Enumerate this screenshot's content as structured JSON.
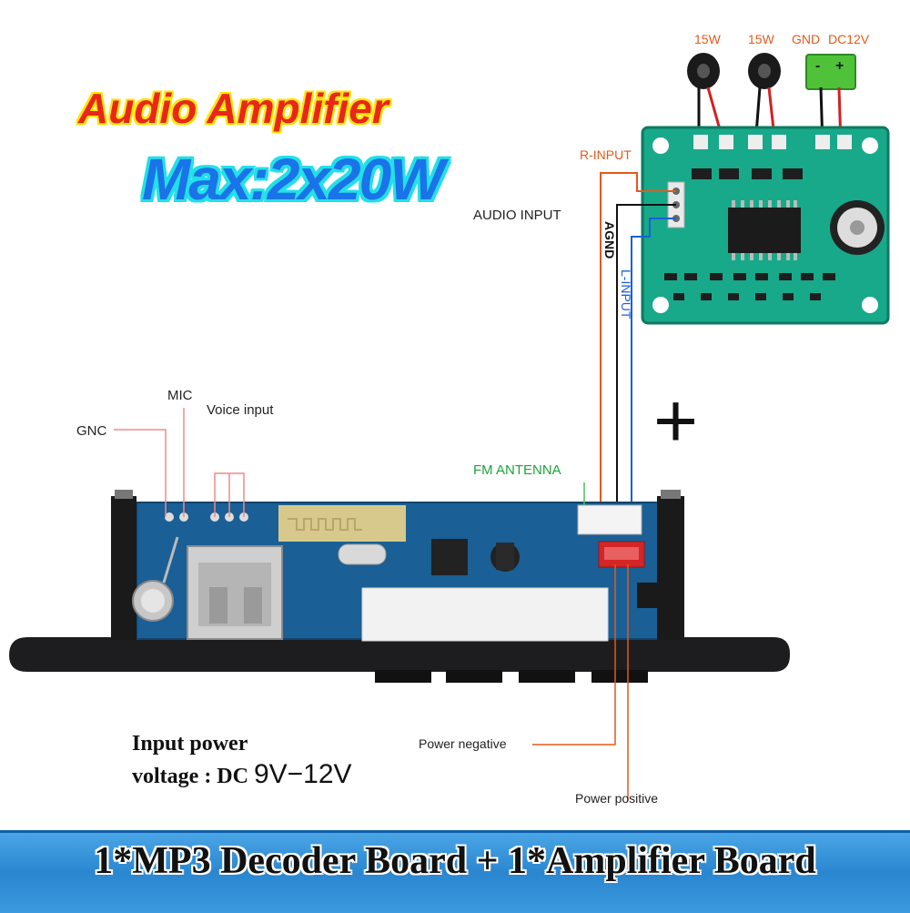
{
  "title": {
    "line1": "Audio Amplifier",
    "line2": "Max:2x20W"
  },
  "amp_board": {
    "terminals": [
      "15W",
      "15W",
      "GND",
      "DC12V"
    ],
    "power_block_marks": [
      "-",
      "+"
    ],
    "audio_input_label": "AUDIO INPUT",
    "r_input_label": "R-INPUT",
    "agnd_label": "AGND",
    "l_input_label": "L-INPUT"
  },
  "plus_sign": "+",
  "mp3_board": {
    "labels": {
      "gnc": "GNC",
      "mic": "MIC",
      "voice_input": "Voice input",
      "fm_antenna": "FM ANTENNA",
      "power_negative": "Power negative",
      "power_positive": "Power positive"
    }
  },
  "input_power": {
    "line1": "Input power",
    "line2_prefix": "voltage : DC ",
    "line2_value": "9V−12V"
  },
  "banner": {
    "text": "1*MP3 Decoder Board + 1*Amplifier Board"
  },
  "colors": {
    "title_red": "#e8261c",
    "title_blue": "#1a73e8",
    "wire_orange": "#e35a1a",
    "wire_blue": "#1a5fd8",
    "pcb_green": "#17a98a",
    "pcb_blue": "#1a5f95",
    "banner_blue": "#2a86cf"
  }
}
